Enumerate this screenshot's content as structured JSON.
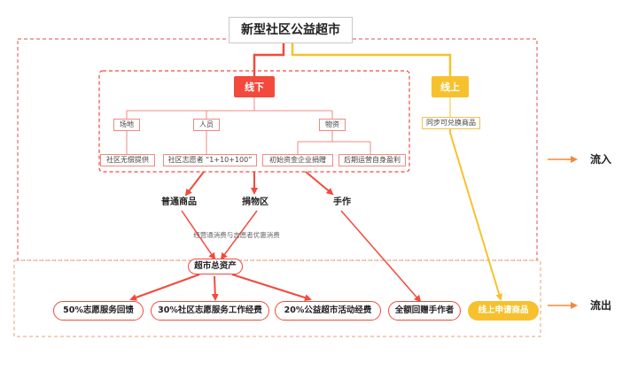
{
  "title": "新型社区公益超市",
  "offline": {
    "label": "线下"
  },
  "online": {
    "label": "线上",
    "sub": "同步可兑换商品"
  },
  "categories": {
    "site": "场地",
    "people": "人员",
    "materials": "物资"
  },
  "details": {
    "site_free": "社区无偿提供",
    "volunteers": "社区志愿者 “1+10+100”",
    "initial_funds": "初始资金企业捐赠",
    "later_ops": "后期运营自身盈利"
  },
  "mid": {
    "goods": "普通商品",
    "donation": "捐物区",
    "handmade": "手作",
    "note": "经营通消费与志愿者优惠消费"
  },
  "assets": "超市总资产",
  "outputs": {
    "out1": "50%志愿服务回馈",
    "out2": "30%社区志愿服务工作经费",
    "out3": "20%公益超市活动经费",
    "out4": "全额回赠手作者",
    "out5": "线上申请商品"
  },
  "flows": {
    "inflow": "流入",
    "outflow": "流出"
  },
  "colors": {
    "red": "#f24a3d",
    "yellow": "#f7c12e",
    "dash": "#d9534f"
  }
}
